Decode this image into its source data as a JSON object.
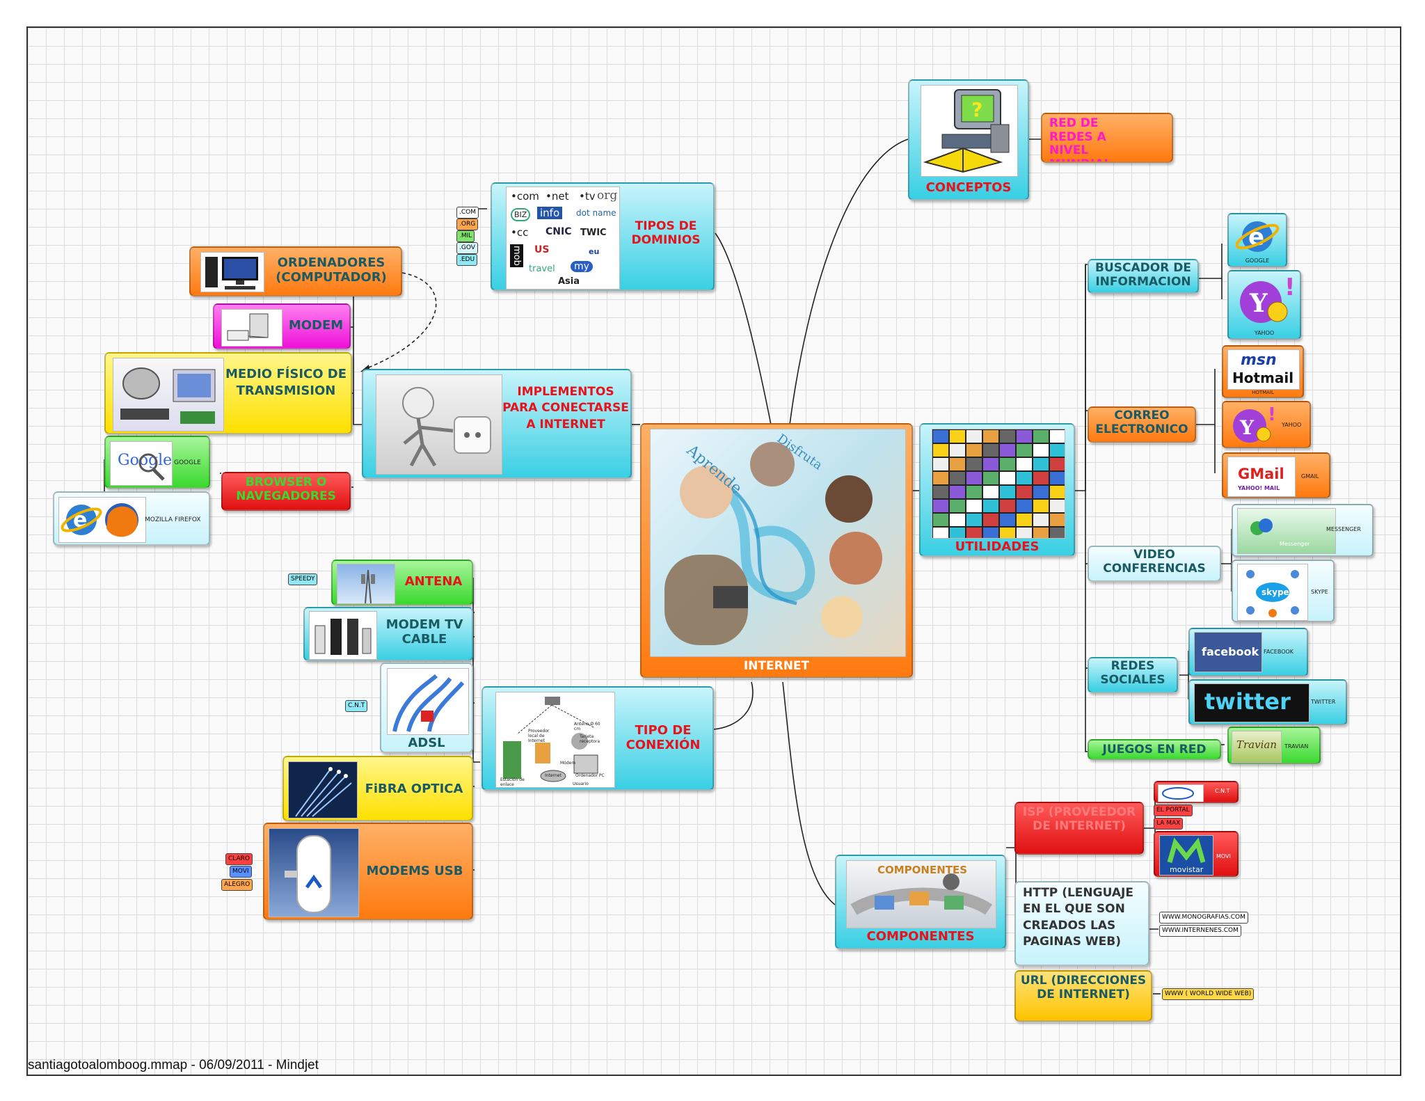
{
  "footer": "santiagotoalomboog.mmap  -  06/09/2011  -  Mindjet",
  "center": {
    "title": "INTERNET",
    "img_words": [
      "Aprende",
      "Disfruta"
    ]
  },
  "conceptos": {
    "title": "CONCEPTOS",
    "child": "RED DE REDES A NIVEL MUNDIAL"
  },
  "dominios": {
    "title": "TIPOS DE DOMINIOS",
    "logos": [
      "•com",
      "•net",
      "•tv",
      "org",
      "BIZ",
      "info",
      "dot name",
      "•cc",
      "CNIC",
      "TWIC",
      "mob",
      "US",
      "travel",
      "my",
      "Asia",
      "eu"
    ],
    "tags": [
      ".COM",
      ".ORG",
      ".MIL",
      ".GOV",
      ".EDU"
    ]
  },
  "implementos": {
    "title": "IMPLEMENTOS PARA CONECTARSE A INTERNET",
    "ordenadores": "ORDENADORES (COMPUTADOR)",
    "modem": "MODEM",
    "medio": "MEDIO FÍSICO DE TRANSMISION",
    "browser": "BROWSER O NAVEGADORES",
    "google_logo": "Google",
    "google_label": "GOOGLE",
    "firefox_label": "MOZILLA FIREFOX"
  },
  "conexion": {
    "title": "TIPO DE CONEXIÓN",
    "antena": "ANTENA",
    "speedy": "SPEEDY",
    "modem_tv": "MODEM TV CABLE",
    "adsl": "ADSL",
    "cnt": "C.N.T",
    "fibra": "FiBRA OPTICA",
    "usb": "MODEMS USB",
    "usb_tags": [
      "CLARO",
      "MOVI",
      "ALEGRO"
    ],
    "diagram_labels": [
      "Proveedor local de Internet",
      "Antena Ø 60 cm",
      "Tarjeta receptora",
      "Módem",
      "Ordenador PC",
      "Estación de enlace",
      "Internet",
      "Usuario"
    ]
  },
  "utilidades": {
    "title": "UTILIDADES",
    "buscador": "BUSCADOR DE INFORMACION",
    "buscador_items": [
      "GOOGLE",
      "YAHOO"
    ],
    "correo": "CORREO ELECTRONICO",
    "correo_items": [
      "HOTMAIL",
      "YAHOO",
      "GMAIL"
    ],
    "hotmail_logo": [
      "msn",
      "Hotmail"
    ],
    "gmail_logo": [
      "GMail",
      "YAHOO! MAIL"
    ],
    "video": "VIDEO CONFERENCIAS",
    "video_items": [
      "MESSENGER",
      "SKYPE"
    ],
    "messenger_logo": "Messenger",
    "skype_logo": "skype",
    "redes": "REDES SOCIALES",
    "redes_items": [
      "FACEBOOK",
      "TWITTER"
    ],
    "facebook_logo": "facebook",
    "twitter_logo": "twitter",
    "juegos": "JUEGOS EN RED",
    "juegos_item": "TRAVIAN",
    "travian_logo": "Travian"
  },
  "componentes": {
    "title": "COMPONENTES",
    "img_title": "COMPONENTES",
    "isp": "ISP (PROVEEDOR DE INTERNET)",
    "isp_tags": [
      "C.N.T",
      "EL PORTAL",
      "LA MAX"
    ],
    "movi_tag": "MOVI",
    "movistar_logo": "movistar",
    "http": "HTTP (LENGUAJE EN EL QUE SON CREADOS LAS PAGINAS WEB)",
    "http_tags": [
      "WWW.MONOGRAFIAS.COM",
      "WWW.INTERNENES.COM"
    ],
    "url": "URL (DIRECCIONES DE INTERNET)",
    "url_tag": "WWW ( WORLD WIDE WEB)"
  },
  "colors": {
    "title_red": "#e8121b",
    "magenta_text": "#ff19c8",
    "teal_text": "#1a5a63",
    "center_orange": "#ff7a10"
  }
}
